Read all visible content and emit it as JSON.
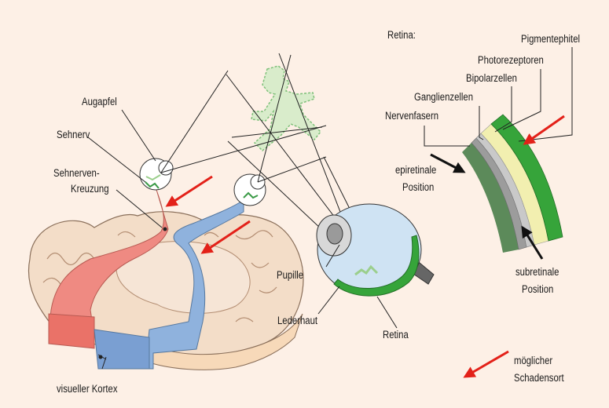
{
  "labels": {
    "augapfel": "Augapfel",
    "sehnerv": "Sehnerv",
    "kreuzung_1": "Sehnerven-",
    "kreuzung_2": "Kreuzung",
    "pupille": "Pupille",
    "lederhaut": "Lederhaut",
    "retina": "Retina",
    "visueller_kortex": "visueller Kortex",
    "retina_title": "Retina:",
    "pigmentephitel": "Pigmentephitel",
    "photorezeptoren": "Photorezeptoren",
    "bipolarzellen": "Bipolarzellen",
    "ganglienzellen": "Ganglienzellen",
    "nervenfasern": "Nervenfasern",
    "epiretinale_1": "epiretinale",
    "epiretinale_2": "Position",
    "subretinale_1": "subretinale",
    "subretinale_2": "Position",
    "legend_1": "möglicher",
    "legend_2": "Schadensort"
  },
  "colors": {
    "background": "#fdf0e6",
    "arrow_red": "#e32119",
    "figure_green": "#d9eccb",
    "retina_green": "#36a43a",
    "eye_blue": "#cfe3f3",
    "left_pathway": "#ef8a82",
    "right_pathway": "#8fb2dd",
    "brain_fill": "#f3ddc8"
  },
  "icons": [
    "walking-man-figure",
    "eye-cross-section",
    "brain-section",
    "damage-arrow-icon"
  ]
}
